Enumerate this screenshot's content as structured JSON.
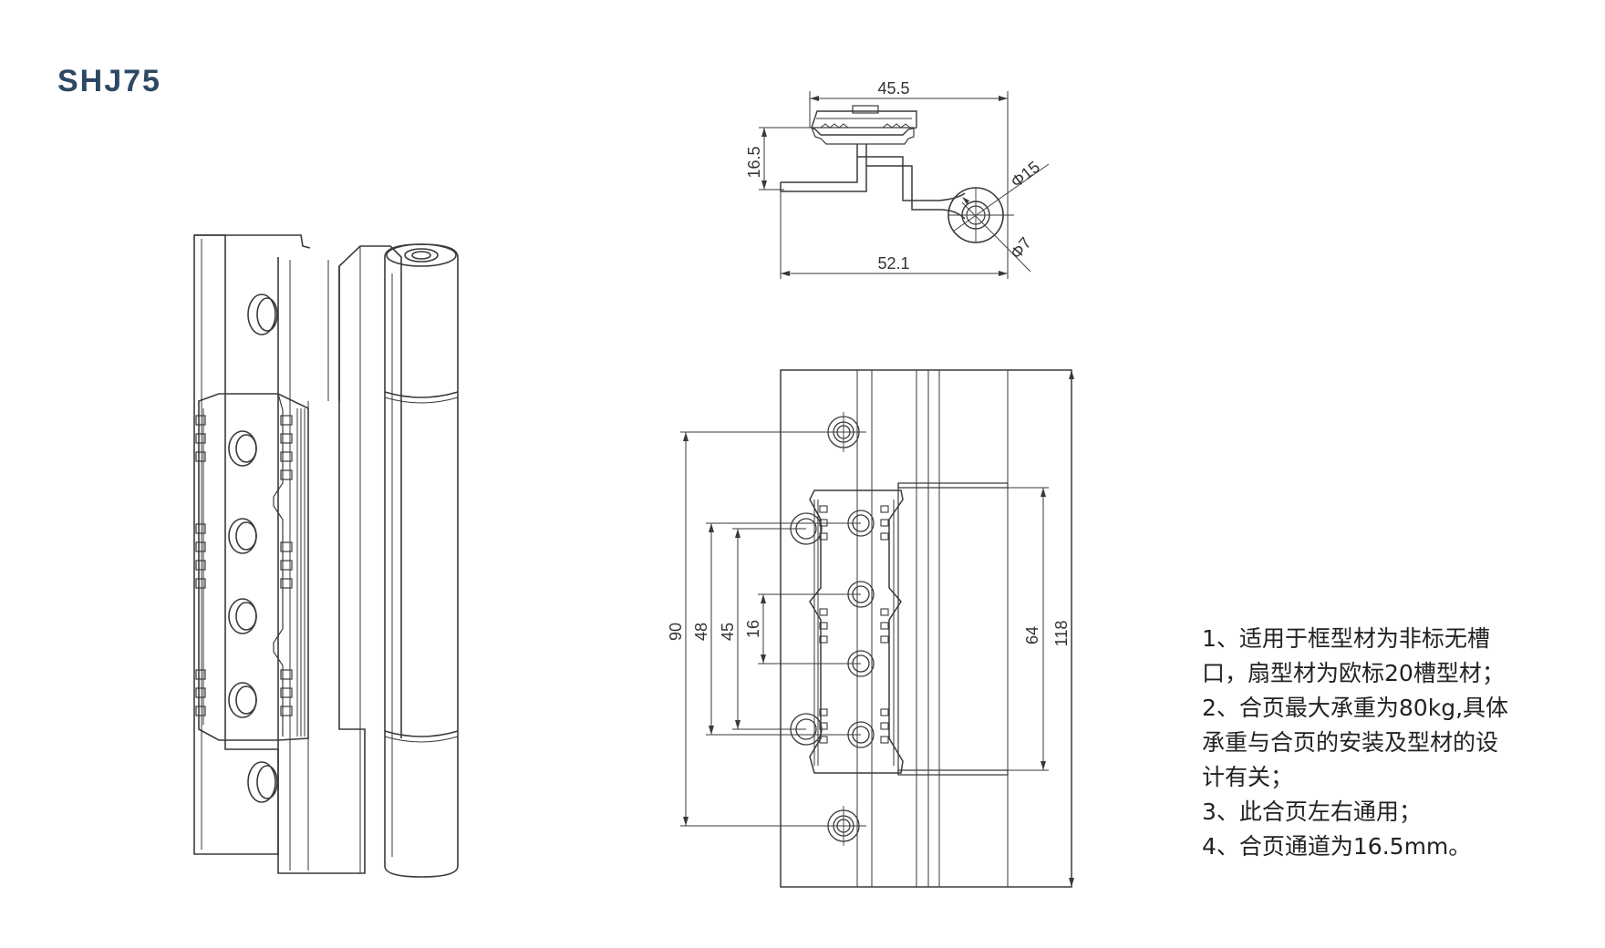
{
  "title": "SHJ75",
  "dimensions": {
    "top_width": "45.5",
    "depth": "16.5",
    "bottom_width": "52.1",
    "outer_dia": "Φ15",
    "inner_dia": "Φ7",
    "height_90": "90",
    "height_48": "48",
    "height_45": "45",
    "height_16": "16",
    "height_64": "64",
    "height_118": "118"
  },
  "notes": [
    "1、适用于框型材为非标无槽",
    "口，扇型材为欧标20槽型材；",
    "2、合页最大承重为80kg,具体",
    "承重与合页的安装及型材的设",
    "计有关；",
    "3、此合页左右通用；",
    "4、合页通道为16.5mm。"
  ],
  "colors": {
    "title": "#2d4863",
    "line": "#3a3a3a",
    "text": "#222222"
  }
}
